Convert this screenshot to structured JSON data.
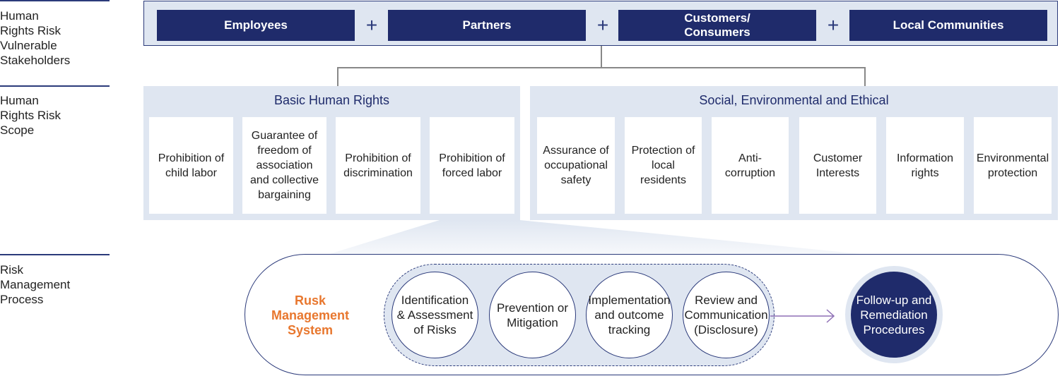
{
  "sections": {
    "stakeholders": "Human\nRights Risk\nVulnerable\nStakeholders",
    "scope": "Human\nRights Risk\nScope",
    "process": "Risk\nManagement\nProcess"
  },
  "stakeholders": {
    "items": [
      "Employees",
      "Partners",
      "Customers/\nConsumers",
      "Local Communities"
    ],
    "separator": "+"
  },
  "scope": {
    "basic": {
      "title": "Basic Human Rights",
      "items": [
        "Prohibition of child labor",
        "Guarantee of freedom of association and collective bargaining",
        "Prohibition of discrimination",
        "Prohibition of forced labor"
      ]
    },
    "social": {
      "title": "Social, Environmental and Ethical",
      "items": [
        "Assurance of occupational safety",
        "Protection of local residents",
        "Anti-\ncorruption",
        "Customer Interests",
        "Information rights",
        "Environmental protection"
      ]
    }
  },
  "process": {
    "system_label": "Rusk\nManagement\nSystem",
    "steps": [
      "Identification\n& Assessment\nof Risks",
      "Prevention or\nMitigation",
      "Implementation\nand outcome\ntracking",
      "Review and\nCommunication\n(Disclosure)"
    ],
    "followup": "Follow-up and\nRemediation\nProcedures"
  },
  "colors": {
    "navy": "#1f2b6b",
    "light": "#dfe6f1",
    "accent": "#e8772e"
  }
}
